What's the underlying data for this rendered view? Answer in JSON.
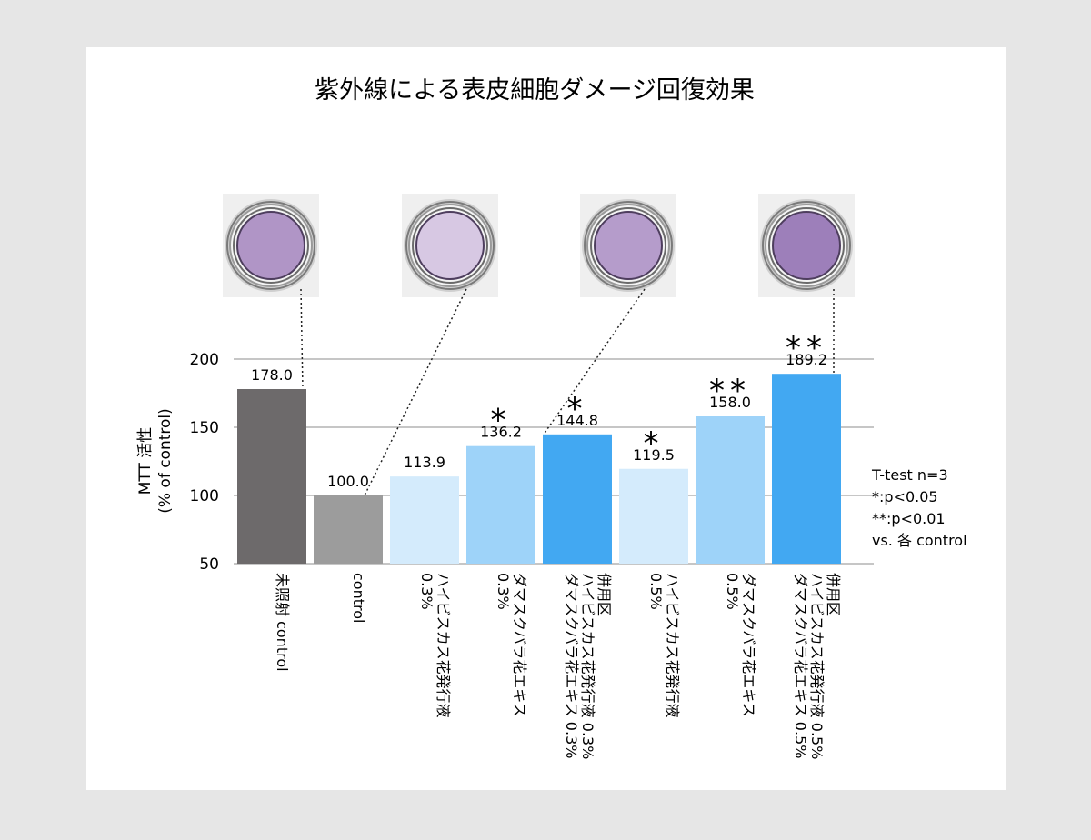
{
  "chart_data": {
    "type": "bar",
    "title": "紫外線による表皮細胞ダメージ回復効果",
    "ylabel_line1": "MTT 活性",
    "ylabel_line2": "(% of control)",
    "ylim": [
      50,
      200
    ],
    "yticks": [
      50,
      100,
      150,
      200
    ],
    "grid": true,
    "categories": [
      [
        "未照射 control"
      ],
      [
        "control"
      ],
      [
        "ハイビスカス花発行液",
        "0.3%"
      ],
      [
        "ダマスクバラ花エキス",
        "0.3%"
      ],
      [
        "併用区",
        "ハイビスカス花発行液 0.3%",
        "ダマスクバラ花エキス 0.3%"
      ],
      [
        "ハイビスカス花発行液",
        "0.5%"
      ],
      [
        "ダマスクバラ花エキス",
        "0.5%"
      ],
      [
        "併用区",
        "ハイビスカス花発行液 0.5%",
        "ダマスクバラ花エキス 0.5%"
      ]
    ],
    "values": [
      178.0,
      100.0,
      113.9,
      136.2,
      144.8,
      119.5,
      158.0,
      189.2
    ],
    "value_labels": [
      "178.0",
      "100.0",
      "113.9",
      "136.2",
      "144.8",
      "119.5",
      "158.0",
      "189.2"
    ],
    "significance": [
      "",
      "",
      "",
      "*",
      "*",
      "*",
      "**",
      "**"
    ],
    "bar_colors": [
      "#6d6a6b",
      "#9c9c9c",
      "#d4ebfc",
      "#9ed3f9",
      "#42a8f2",
      "#d4ebfc",
      "#9ed3f9",
      "#42a8f2"
    ],
    "well_images": [
      {
        "bar_index": 0,
        "fill": "#b095c6"
      },
      {
        "bar_index": 1,
        "fill": "#d7c8e3"
      },
      {
        "bar_index": 4,
        "fill": "#b59ccb"
      },
      {
        "bar_index": 7,
        "fill": "#9d7fba"
      }
    ],
    "annotations": [
      "T-test n=3",
      "*:p<0.05",
      "**:p<0.01",
      "vs. 各 control"
    ]
  }
}
